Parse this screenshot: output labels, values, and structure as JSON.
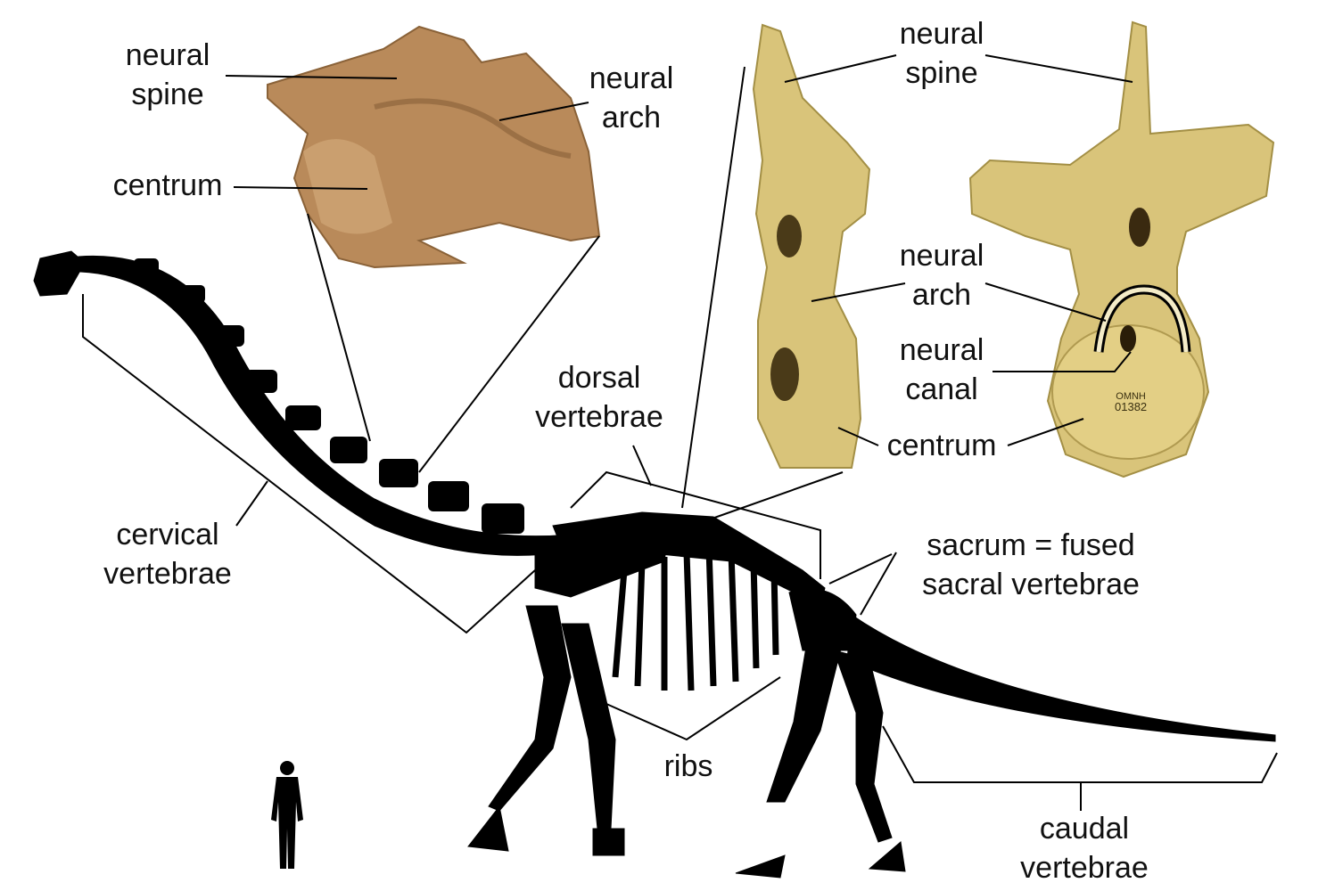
{
  "labels": {
    "left_neural_spine": [
      "neural",
      "spine"
    ],
    "left_neural_arch": [
      "neural",
      "arch"
    ],
    "left_centrum": "centrum",
    "right_neural_spine": [
      "neural",
      "spine"
    ],
    "right_neural_arch": [
      "neural",
      "arch"
    ],
    "neural_canal": [
      "neural",
      "canal"
    ],
    "right_centrum": "centrum",
    "dorsal_vertebrae": [
      "dorsal",
      "vertebrae"
    ],
    "cervical_vertebrae": [
      "cervical",
      "vertebrae"
    ],
    "sacrum": [
      "sacrum = fused",
      "sacral vertebrae"
    ],
    "ribs": "ribs",
    "caudal_vertebrae": [
      "caudal",
      "vertebrae"
    ]
  },
  "specimen_label": [
    "OMNH",
    "01382"
  ],
  "colors": {
    "bone_photo_cervical": "#b98a5a",
    "bone_photo_dorsal": "#d9c47a",
    "skeleton": "#000000"
  }
}
